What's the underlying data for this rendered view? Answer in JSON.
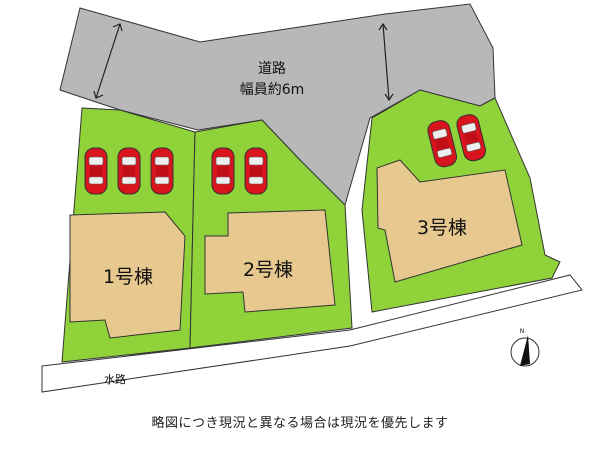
{
  "road": {
    "name": "道路",
    "width": "幅員約6m"
  },
  "buildings": [
    {
      "label": "1号棟"
    },
    {
      "label": "2号棟"
    },
    {
      "label": "3号棟"
    }
  ],
  "waterway": "水路",
  "compass": "N",
  "caption": "略図につき現況と異なる場合は現況を優先します",
  "colors": {
    "road": "#b8b8b8",
    "lot": "#8fd23a",
    "building": "#e7c98f",
    "car": "#d8141c",
    "outline": "#333333"
  },
  "parking_spaces_per_lot": [
    3,
    2,
    2
  ]
}
